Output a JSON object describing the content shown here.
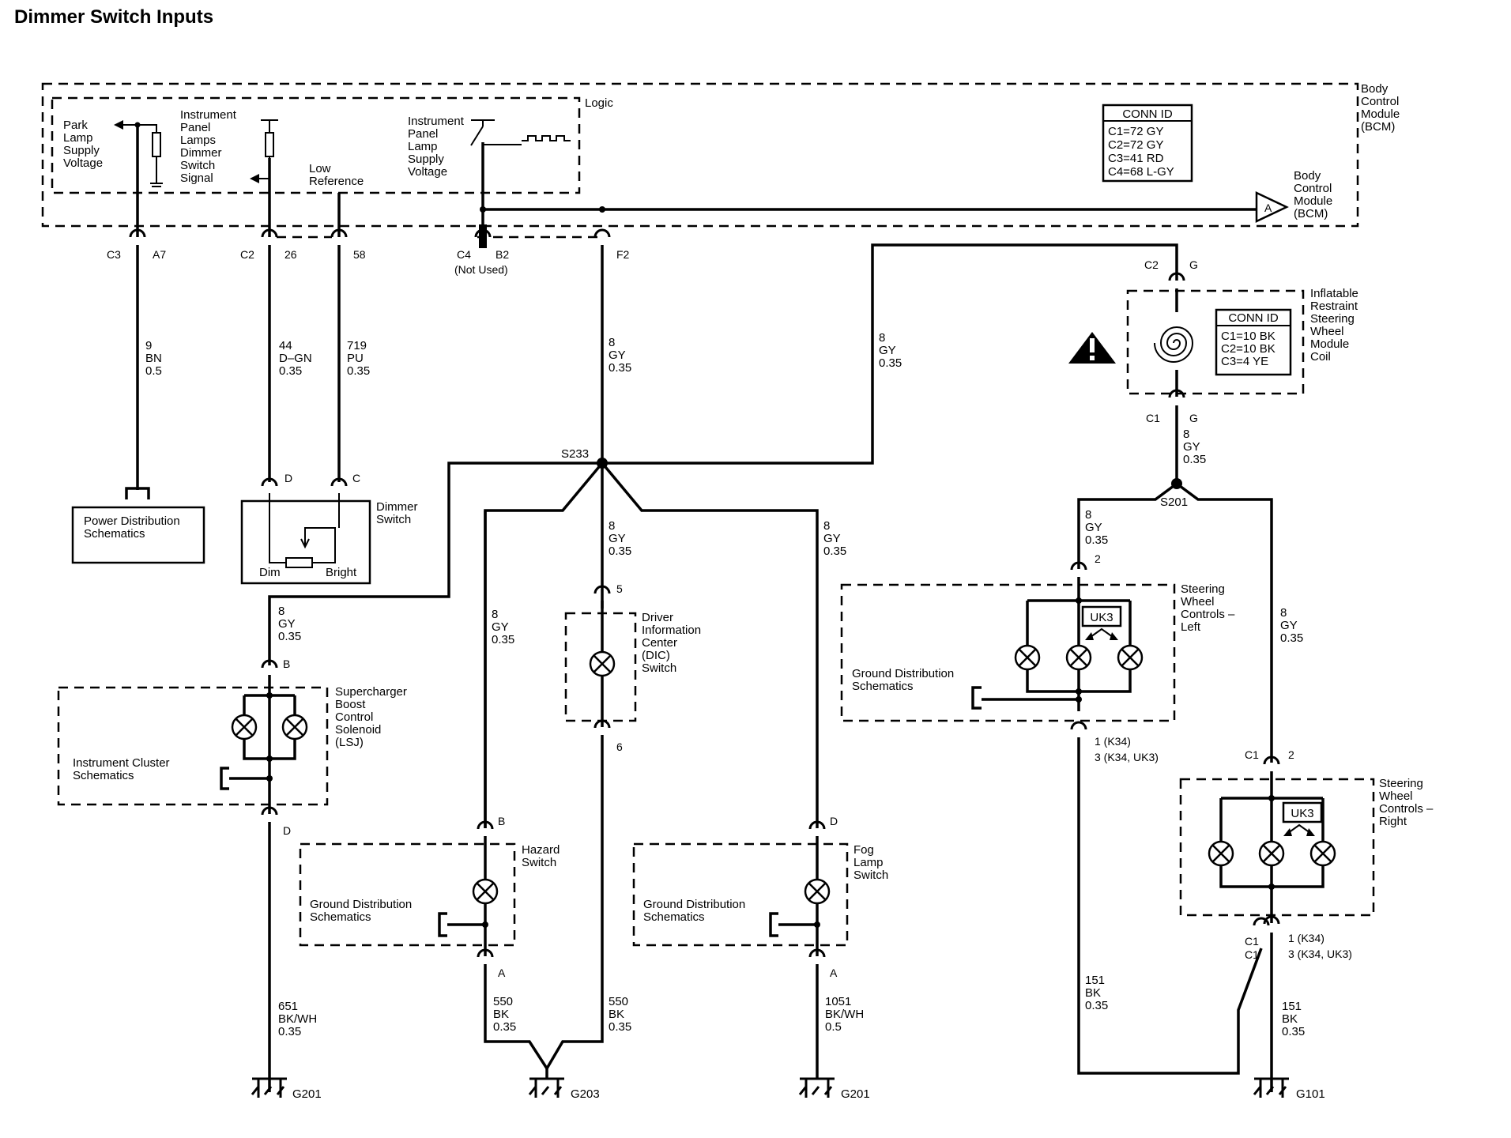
{
  "title": "Dimmer Switch Inputs",
  "bcm": {
    "label": [
      "Body",
      "Control",
      "Module",
      "(BCM)"
    ],
    "logic": "Logic",
    "conn_id_title": "CONN ID",
    "conn_ids": [
      "C1=72 GY",
      "C2=72 GY",
      "C3=41 RD",
      "C4=68 L-GY"
    ],
    "park_lamp": [
      "Park",
      "Lamp",
      "Supply",
      "Voltage"
    ],
    "ip_dimmer_signal": [
      "Instrument",
      "Panel",
      "Lamps",
      "Dimmer",
      "Switch",
      "Signal"
    ],
    "low_reference": [
      "Low",
      "Reference"
    ],
    "ip_lamp_supply": [
      "Instrument",
      "Panel",
      "Lamp",
      "Supply",
      "Voltage"
    ],
    "offpage_letter": "A",
    "offpage_label": [
      "Body",
      "Control",
      "Module",
      "(BCM)"
    ]
  },
  "pins": {
    "c3": "C3",
    "a7": "A7",
    "c2": "C2",
    "p26": "26",
    "p58": "58",
    "c4": "C4",
    "b2": "B2",
    "not_used": "(Not Used)",
    "f2": "F2",
    "coil_c2": "C2",
    "coil_g_top": "G",
    "coil_c1": "C1",
    "coil_g_bot": "G",
    "dim_d": "D",
    "dim_c": "C",
    "dic_5": "5",
    "dic_6": "6",
    "sc_b": "B",
    "sc_d": "D",
    "hz_b": "B",
    "hz_a": "A",
    "fog_d": "D",
    "fog_a": "A",
    "swl_2": "2",
    "swl_1": "1 (K34)",
    "swl_3": "3 (K34, UK3)",
    "swr_c1": "C1",
    "swr_2": "2",
    "swr_bot_c1a": "C1",
    "swr_bot_c1b": "C1",
    "swr_1": "1 (K34)",
    "swr_3": "3 (K34, UK3)"
  },
  "wires": {
    "bn": [
      "9",
      "BN",
      "0.5"
    ],
    "dgn": [
      "44",
      "D–GN",
      "0.35"
    ],
    "pu": [
      "719",
      "PU",
      "0.35"
    ],
    "gy_f2": [
      "8",
      "GY",
      "0.35"
    ],
    "gy_loop": [
      "8",
      "GY",
      "0.35"
    ],
    "gy_coil": [
      "8",
      "GY",
      "0.35"
    ],
    "gy_sc": [
      "8",
      "GY",
      "0.35"
    ],
    "gy_hz": [
      "8",
      "GY",
      "0.35"
    ],
    "gy_dic": [
      "8",
      "GY",
      "0.35"
    ],
    "gy_fog": [
      "8",
      "GY",
      "0.35"
    ],
    "gy_swl": [
      "8",
      "GY",
      "0.35"
    ],
    "gy_swr": [
      "8",
      "GY",
      "0.35"
    ],
    "sc_gnd": [
      "651",
      "BK/WH",
      "0.35"
    ],
    "hz_gnd": [
      "550",
      "BK",
      "0.35"
    ],
    "dic_gnd": [
      "550",
      "BK",
      "0.35"
    ],
    "fog_gnd": [
      "1051",
      "BK/WH",
      "0.5"
    ],
    "swl_gnd": [
      "151",
      "BK",
      "0.35"
    ],
    "swr_gnd": [
      "151",
      "BK",
      "0.35"
    ]
  },
  "splices": {
    "s233": "S233",
    "s201": "S201"
  },
  "grounds": {
    "g201a": "G201",
    "g203": "G203",
    "g201b": "G201",
    "g101": "G101"
  },
  "components": {
    "power_dist": [
      "Power Distribution",
      "Schematics"
    ],
    "dimmer_switch": [
      "Dimmer",
      "Switch"
    ],
    "dim": "Dim",
    "bright": "Bright",
    "coil": [
      "Inflatable",
      "Restraint",
      "Steering",
      "Wheel",
      "Module",
      "Coil"
    ],
    "coil_conn_title": "CONN ID",
    "coil_conn_ids": [
      "C1=10 BK",
      "C2=10 BK",
      "C3=4 YE"
    ],
    "supercharger": [
      "Supercharger",
      "Boost",
      "Control",
      "Solenoid",
      "(LSJ)"
    ],
    "instrument_cluster": [
      "Instrument Cluster",
      "Schematics"
    ],
    "dic": [
      "Driver",
      "Information",
      "Center",
      "(DIC)",
      "Switch"
    ],
    "hazard": [
      "Hazard",
      "Switch"
    ],
    "fog": [
      "Fog",
      "Lamp",
      "Switch"
    ],
    "gnd_dist_hz": [
      "Ground Distribution",
      "Schematics"
    ],
    "gnd_dist_fog": [
      "Ground Distribution",
      "Schematics"
    ],
    "gnd_dist_swl": [
      "Ground Distribution",
      "Schematics"
    ],
    "swc_left": [
      "Steering",
      "Wheel",
      "Controls –",
      "Left"
    ],
    "swc_right": [
      "Steering",
      "Wheel",
      "Controls –",
      "Right"
    ],
    "uk3_left": "UK3",
    "uk3_right": "UK3"
  }
}
